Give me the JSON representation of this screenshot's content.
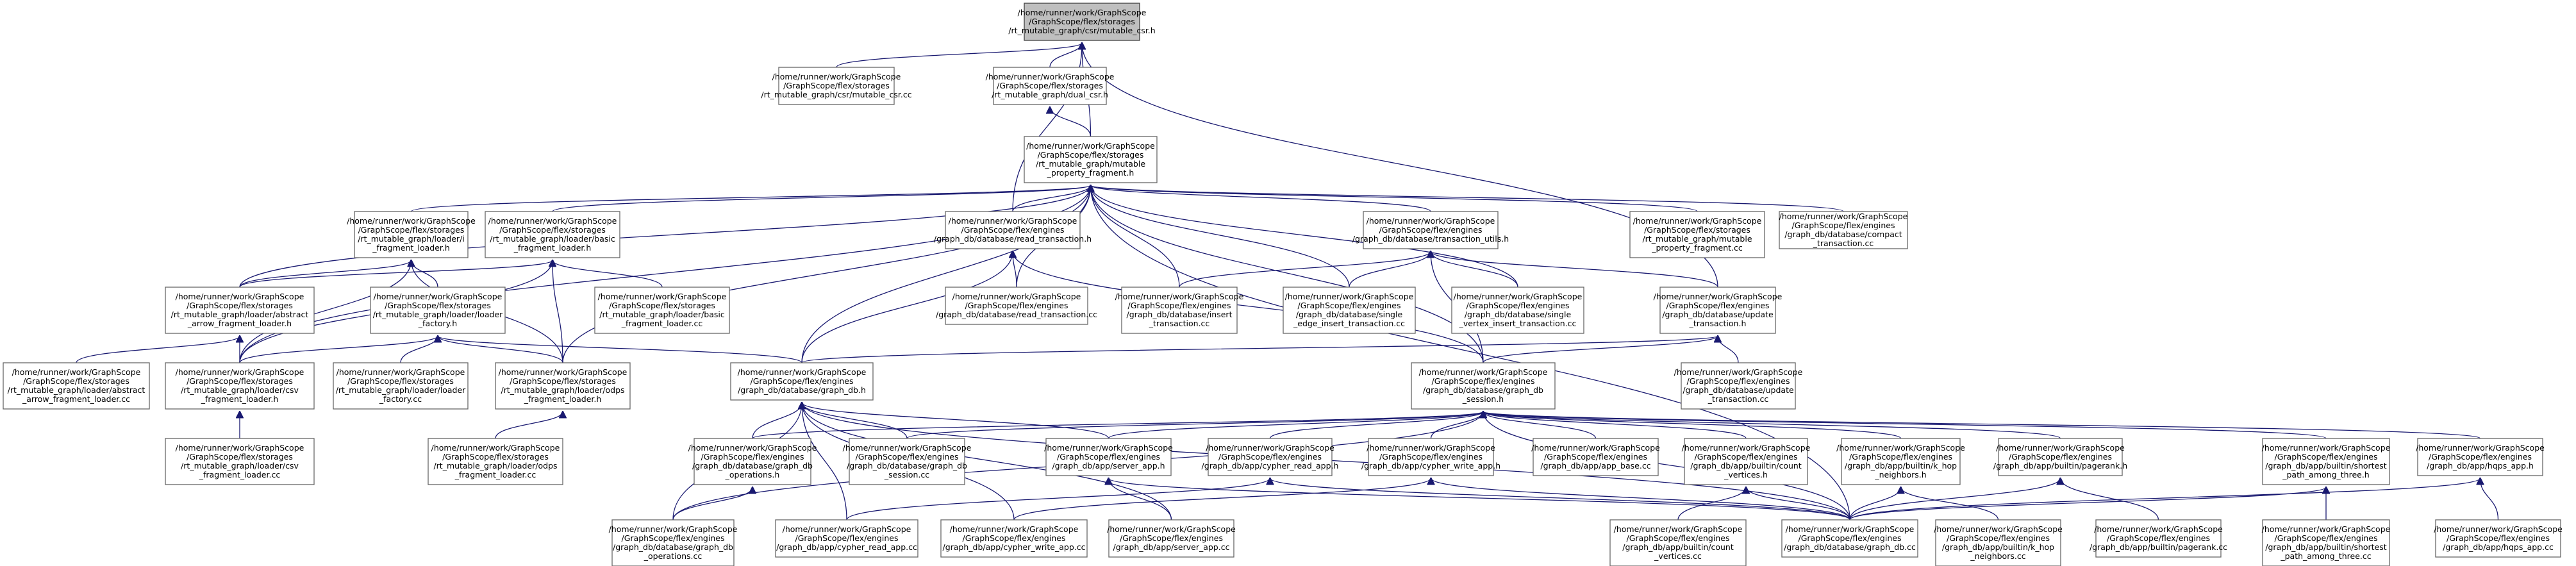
{
  "graph": {
    "colors": {
      "edge": "#191970",
      "root_fill": "#bfbfbf",
      "node_fill": "#ffffff",
      "node_border": "#666666"
    },
    "nodes": [
      {
        "id": "n0",
        "root": true,
        "lines": [
          "/home/runner/work/GraphScope",
          "/GraphScope/flex/storages",
          "/rt_mutable_graph/csr/mutable_csr.h"
        ]
      },
      {
        "id": "n1",
        "lines": [
          "/home/runner/work/GraphScope",
          "/GraphScope/flex/storages",
          "/rt_mutable_graph/csr/mutable_csr.cc"
        ]
      },
      {
        "id": "n2",
        "lines": [
          "/home/runner/work/GraphScope",
          "/GraphScope/flex/storages",
          "/rt_mutable_graph/dual_csr.h"
        ]
      },
      {
        "id": "n3",
        "lines": [
          "/home/runner/work/GraphScope",
          "/GraphScope/flex/storages",
          "/rt_mutable_graph/mutable",
          "_property_fragment.h"
        ]
      },
      {
        "id": "n4",
        "lines": [
          "/home/runner/work/GraphScope",
          "/GraphScope/flex/storages",
          "/rt_mutable_graph/loader/i",
          "_fragment_loader.h"
        ]
      },
      {
        "id": "n5",
        "lines": [
          "/home/runner/work/GraphScope",
          "/GraphScope/flex/storages",
          "/rt_mutable_graph/loader/basic",
          "_fragment_loader.h"
        ]
      },
      {
        "id": "n6",
        "lines": [
          "/home/runner/work/GraphScope",
          "/GraphScope/flex/engines",
          "/graph_db/database/read_transaction.h"
        ]
      },
      {
        "id": "n7",
        "lines": [
          "/home/runner/work/GraphScope",
          "/GraphScope/flex/engines",
          "/graph_db/database/transaction_utils.h"
        ]
      },
      {
        "id": "n8",
        "lines": [
          "/home/runner/work/GraphScope",
          "/GraphScope/flex/storages",
          "/rt_mutable_graph/mutable",
          "_property_fragment.cc"
        ]
      },
      {
        "id": "n9",
        "lines": [
          "/home/runner/work/GraphScope",
          "/GraphScope/flex/engines",
          "/graph_db/database/compact",
          "_transaction.cc"
        ]
      },
      {
        "id": "n10",
        "lines": [
          "/home/runner/work/GraphScope",
          "/GraphScope/flex/storages",
          "/rt_mutable_graph/loader/abstract",
          "_arrow_fragment_loader.h"
        ]
      },
      {
        "id": "n11",
        "lines": [
          "/home/runner/work/GraphScope",
          "/GraphScope/flex/storages",
          "/rt_mutable_graph/loader/loader",
          "_factory.h"
        ]
      },
      {
        "id": "n12",
        "lines": [
          "/home/runner/work/GraphScope",
          "/GraphScope/flex/storages",
          "/rt_mutable_graph/loader/basic",
          "_fragment_loader.cc"
        ]
      },
      {
        "id": "n13",
        "lines": [
          "/home/runner/work/GraphScope",
          "/GraphScope/flex/engines",
          "/graph_db/database/read_transaction.cc"
        ]
      },
      {
        "id": "n14",
        "lines": [
          "/home/runner/work/GraphScope",
          "/GraphScope/flex/engines",
          "/graph_db/database/insert",
          "_transaction.cc"
        ]
      },
      {
        "id": "n15",
        "lines": [
          "/home/runner/work/GraphScope",
          "/GraphScope/flex/engines",
          "/graph_db/database/single",
          "_edge_insert_transaction.cc"
        ]
      },
      {
        "id": "n16",
        "lines": [
          "/home/runner/work/GraphScope",
          "/GraphScope/flex/engines",
          "/graph_db/database/single",
          "_vertex_insert_transaction.cc"
        ]
      },
      {
        "id": "n17",
        "lines": [
          "/home/runner/work/GraphScope",
          "/GraphScope/flex/engines",
          "/graph_db/database/update",
          "_transaction.h"
        ]
      },
      {
        "id": "n18",
        "lines": [
          "/home/runner/work/GraphScope",
          "/GraphScope/flex/storages",
          "/rt_mutable_graph/loader/abstract",
          "_arrow_fragment_loader.cc"
        ]
      },
      {
        "id": "n19",
        "lines": [
          "/home/runner/work/GraphScope",
          "/GraphScope/flex/storages",
          "/rt_mutable_graph/loader/csv",
          "_fragment_loader.h"
        ]
      },
      {
        "id": "n20",
        "lines": [
          "/home/runner/work/GraphScope",
          "/GraphScope/flex/storages",
          "/rt_mutable_graph/loader/loader",
          "_factory.cc"
        ]
      },
      {
        "id": "n21",
        "lines": [
          "/home/runner/work/GraphScope",
          "/GraphScope/flex/storages",
          "/rt_mutable_graph/loader/odps",
          "_fragment_loader.h"
        ]
      },
      {
        "id": "n22",
        "lines": [
          "/home/runner/work/GraphScope",
          "/GraphScope/flex/engines",
          "/graph_db/database/graph_db.h"
        ]
      },
      {
        "id": "n23",
        "lines": [
          "/home/runner/work/GraphScope",
          "/GraphScope/flex/engines",
          "/graph_db/database/graph_db",
          "_session.h"
        ]
      },
      {
        "id": "n24",
        "lines": [
          "/home/runner/work/GraphScope",
          "/GraphScope/flex/engines",
          "/graph_db/database/update",
          "_transaction.cc"
        ]
      },
      {
        "id": "n25",
        "lines": [
          "/home/runner/work/GraphScope",
          "/GraphScope/flex/storages",
          "/rt_mutable_graph/loader/csv",
          "_fragment_loader.cc"
        ]
      },
      {
        "id": "n26",
        "lines": [
          "/home/runner/work/GraphScope",
          "/GraphScope/flex/storages",
          "/rt_mutable_graph/loader/odps",
          "_fragment_loader.cc"
        ]
      },
      {
        "id": "n27",
        "lines": [
          "/home/runner/work/GraphScope",
          "/GraphScope/flex/engines",
          "/graph_db/database/graph_db",
          "_operations.h"
        ]
      },
      {
        "id": "n28",
        "lines": [
          "/home/runner/work/GraphScope",
          "/GraphScope/flex/engines",
          "/graph_db/database/graph_db",
          "_session.cc"
        ]
      },
      {
        "id": "n29",
        "lines": [
          "/home/runner/work/GraphScope",
          "/GraphScope/flex/engines",
          "/graph_db/app/server_app.h"
        ]
      },
      {
        "id": "n30",
        "lines": [
          "/home/runner/work/GraphScope",
          "/GraphScope/flex/engines",
          "/graph_db/app/cypher_read_app.h"
        ]
      },
      {
        "id": "n31",
        "lines": [
          "/home/runner/work/GraphScope",
          "/GraphScope/flex/engines",
          "/graph_db/app/cypher_write_app.h"
        ]
      },
      {
        "id": "n32",
        "lines": [
          "/home/runner/work/GraphScope",
          "/GraphScope/flex/engines",
          "/graph_db/app/app_base.cc"
        ]
      },
      {
        "id": "n33",
        "lines": [
          "/home/runner/work/GraphScope",
          "/GraphScope/flex/engines",
          "/graph_db/app/builtin/count",
          "_vertices.h"
        ]
      },
      {
        "id": "n34",
        "lines": [
          "/home/runner/work/GraphScope",
          "/GraphScope/flex/engines",
          "/graph_db/app/builtin/k_hop",
          "_neighbors.h"
        ]
      },
      {
        "id": "n35",
        "lines": [
          "/home/runner/work/GraphScope",
          "/GraphScope/flex/engines",
          "/graph_db/app/builtin/pagerank.h"
        ]
      },
      {
        "id": "n36",
        "lines": [
          "/home/runner/work/GraphScope",
          "/GraphScope/flex/engines",
          "/graph_db/app/builtin/shortest",
          "_path_among_three.h"
        ]
      },
      {
        "id": "n37",
        "lines": [
          "/home/runner/work/GraphScope",
          "/GraphScope/flex/engines",
          "/graph_db/app/hqps_app.h"
        ]
      },
      {
        "id": "n38",
        "lines": [
          "/home/runner/work/GraphScope",
          "/GraphScope/flex/engines",
          "/graph_db/database/graph_db",
          "_operations.cc"
        ]
      },
      {
        "id": "n39",
        "lines": [
          "/home/runner/work/GraphScope",
          "/GraphScope/flex/engines",
          "/graph_db/app/cypher_read_app.cc"
        ]
      },
      {
        "id": "n40",
        "lines": [
          "/home/runner/work/GraphScope",
          "/GraphScope/flex/engines",
          "/graph_db/app/cypher_write_app.cc"
        ]
      },
      {
        "id": "n41",
        "lines": [
          "/home/runner/work/GraphScope",
          "/GraphScope/flex/engines",
          "/graph_db/app/server_app.cc"
        ]
      },
      {
        "id": "n42",
        "lines": [
          "/home/runner/work/GraphScope",
          "/GraphScope/flex/engines",
          "/graph_db/database/graph_db.cc"
        ]
      },
      {
        "id": "n43",
        "lines": [
          "/home/runner/work/GraphScope",
          "/GraphScope/flex/engines",
          "/graph_db/app/builtin/count",
          "_vertices.cc"
        ]
      },
      {
        "id": "n44",
        "lines": [
          "/home/runner/work/GraphScope",
          "/GraphScope/flex/engines",
          "/graph_db/app/builtin/k_hop",
          "_neighbors.cc"
        ]
      },
      {
        "id": "n45",
        "lines": [
          "/home/runner/work/GraphScope",
          "/GraphScope/flex/engines",
          "/graph_db/app/builtin/pagerank.cc"
        ]
      },
      {
        "id": "n46",
        "lines": [
          "/home/runner/work/GraphScope",
          "/GraphScope/flex/engines",
          "/graph_db/app/builtin/shortest",
          "_path_among_three.cc"
        ]
      },
      {
        "id": "n47",
        "lines": [
          "/home/runner/work/GraphScope",
          "/GraphScope/flex/engines",
          "/graph_db/app/hqps_app.cc"
        ]
      }
    ],
    "edges": [
      [
        "n1",
        "n0"
      ],
      [
        "n2",
        "n0"
      ],
      [
        "n3",
        "n0"
      ],
      [
        "n6",
        "n0"
      ],
      [
        "n17",
        "n0"
      ],
      [
        "n3",
        "n2"
      ],
      [
        "n4",
        "n3"
      ],
      [
        "n5",
        "n3"
      ],
      [
        "n6",
        "n3"
      ],
      [
        "n7",
        "n3"
      ],
      [
        "n8",
        "n3"
      ],
      [
        "n9",
        "n3"
      ],
      [
        "n10",
        "n3"
      ],
      [
        "n19",
        "n3"
      ],
      [
        "n21",
        "n3"
      ],
      [
        "n22",
        "n3"
      ],
      [
        "n23",
        "n3"
      ],
      [
        "n13",
        "n3"
      ],
      [
        "n14",
        "n3"
      ],
      [
        "n15",
        "n3"
      ],
      [
        "n16",
        "n3"
      ],
      [
        "n42",
        "n3"
      ],
      [
        "n10",
        "n4"
      ],
      [
        "n11",
        "n4"
      ],
      [
        "n19",
        "n4"
      ],
      [
        "n21",
        "n4"
      ],
      [
        "n10",
        "n5"
      ],
      [
        "n12",
        "n5"
      ],
      [
        "n21",
        "n5"
      ],
      [
        "n19",
        "n5"
      ],
      [
        "n13",
        "n6"
      ],
      [
        "n22",
        "n6"
      ],
      [
        "n23",
        "n6"
      ],
      [
        "n14",
        "n7"
      ],
      [
        "n15",
        "n7"
      ],
      [
        "n16",
        "n7"
      ],
      [
        "n17",
        "n7"
      ],
      [
        "n23",
        "n7"
      ],
      [
        "n18",
        "n10"
      ],
      [
        "n19",
        "n10"
      ],
      [
        "n19",
        "n11"
      ],
      [
        "n20",
        "n11"
      ],
      [
        "n21",
        "n11"
      ],
      [
        "n22",
        "n11"
      ],
      [
        "n25",
        "n19"
      ],
      [
        "n26",
        "n21"
      ],
      [
        "n22",
        "n17"
      ],
      [
        "n23",
        "n17"
      ],
      [
        "n24",
        "n17"
      ],
      [
        "n27",
        "n22"
      ],
      [
        "n28",
        "n22"
      ],
      [
        "n29",
        "n22"
      ],
      [
        "n38",
        "n22"
      ],
      [
        "n39",
        "n22"
      ],
      [
        "n40",
        "n22"
      ],
      [
        "n41",
        "n22"
      ],
      [
        "n42",
        "n22"
      ],
      [
        "n27",
        "n23"
      ],
      [
        "n28",
        "n23"
      ],
      [
        "n29",
        "n23"
      ],
      [
        "n30",
        "n23"
      ],
      [
        "n31",
        "n23"
      ],
      [
        "n32",
        "n23"
      ],
      [
        "n33",
        "n23"
      ],
      [
        "n34",
        "n23"
      ],
      [
        "n35",
        "n23"
      ],
      [
        "n36",
        "n23"
      ],
      [
        "n37",
        "n23"
      ],
      [
        "n42",
        "n23"
      ],
      [
        "n38",
        "n23"
      ],
      [
        "n38",
        "n27"
      ],
      [
        "n41",
        "n29"
      ],
      [
        "n42",
        "n29"
      ],
      [
        "n39",
        "n30"
      ],
      [
        "n42",
        "n30"
      ],
      [
        "n40",
        "n31"
      ],
      [
        "n42",
        "n31"
      ],
      [
        "n43",
        "n33"
      ],
      [
        "n42",
        "n33"
      ],
      [
        "n44",
        "n34"
      ],
      [
        "n42",
        "n34"
      ],
      [
        "n45",
        "n35"
      ],
      [
        "n42",
        "n35"
      ],
      [
        "n46",
        "n36"
      ],
      [
        "n42",
        "n36"
      ],
      [
        "n47",
        "n37"
      ],
      [
        "n42",
        "n37"
      ]
    ]
  }
}
